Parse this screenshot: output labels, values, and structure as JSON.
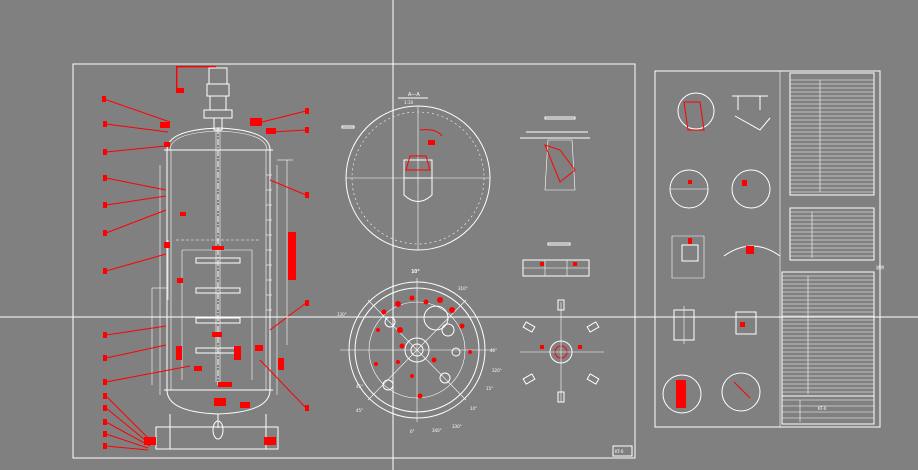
{
  "view_top": {
    "title": "A—A",
    "scale": "1:10"
  },
  "view_bottom": {
    "title": "10°"
  },
  "angles": [
    "130°",
    "10°",
    "310°",
    "45°",
    "0°",
    "340°",
    "330°",
    "14°",
    "15°",
    "320°",
    "40°",
    "45°"
  ],
  "stamp_left": "KT-0",
  "stamp_right": "KT-0",
  "cursor": {
    "h_line_y": 0.675,
    "v_line_x": 0.428
  }
}
